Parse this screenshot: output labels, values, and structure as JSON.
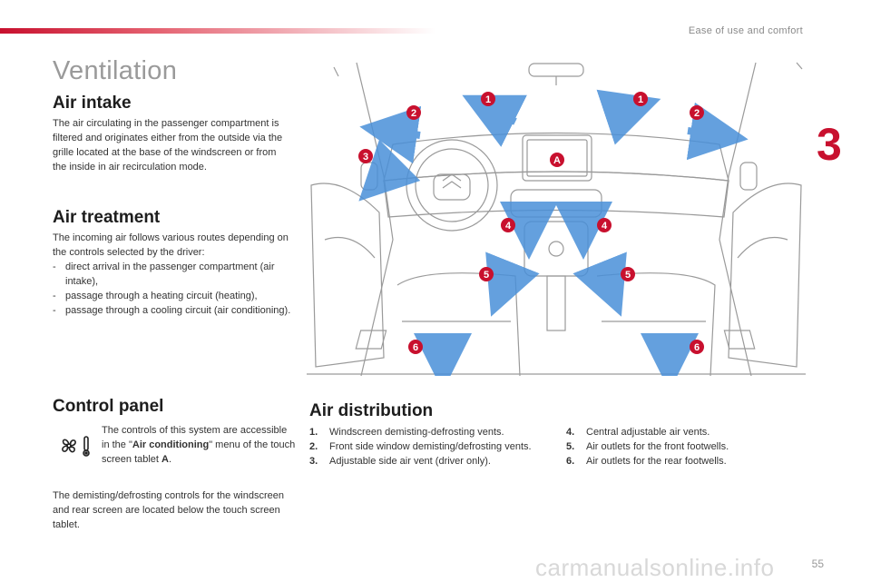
{
  "header": {
    "section": "Ease of use and comfort",
    "chapter": "3"
  },
  "page": {
    "title": "Ventilation",
    "number": "55"
  },
  "air_intake": {
    "heading": "Air intake",
    "text": "The air circulating in the passenger compartment is filtered and originates either from the outside via the grille located at the base of the windscreen or from the inside in air recirculation mode."
  },
  "air_treatment": {
    "heading": "Air treatment",
    "intro": "The incoming air follows various routes depending on the controls selected by the driver:",
    "items": [
      "direct arrival in the passenger compartment (air intake),",
      "passage through a heating circuit (heating),",
      "passage through a cooling circuit (air conditioning)."
    ]
  },
  "control_panel": {
    "heading": "Control panel",
    "text_before": "The controls of this system are accessible in the \"",
    "text_bold": "Air conditioning",
    "text_after": "\" menu of the touch screen tablet ",
    "text_label": "A",
    "text_end": ".",
    "icon": "climate-fan-thermometer-icon",
    "text2": "The demisting/defrosting controls for the windscreen and rear screen are located below the touch screen tablet."
  },
  "air_distribution": {
    "heading": "Air distribution",
    "items": [
      {
        "num": "1.",
        "text": "Windscreen demisting-defrosting vents."
      },
      {
        "num": "2.",
        "text": "Front side window demisting/defrosting vents."
      },
      {
        "num": "3.",
        "text": "Adjustable side air vent (driver only)."
      },
      {
        "num": "4.",
        "text": "Central adjustable air vents."
      },
      {
        "num": "5.",
        "text": "Air outlets for the front footwells."
      },
      {
        "num": "6.",
        "text": "Air outlets for the rear footwells."
      }
    ]
  },
  "illustration": {
    "callouts": [
      "1",
      "1",
      "2",
      "2",
      "3",
      "4",
      "4",
      "5",
      "5",
      "6",
      "6"
    ],
    "screen_label": "A",
    "colors": {
      "callout": "#c8102e",
      "arrow": "#4a90d9",
      "line": "#9a9a9a"
    }
  },
  "watermark": "carmanualsonline.info",
  "colors": {
    "accent": "#c8102e",
    "title": "#9a9a9a"
  }
}
